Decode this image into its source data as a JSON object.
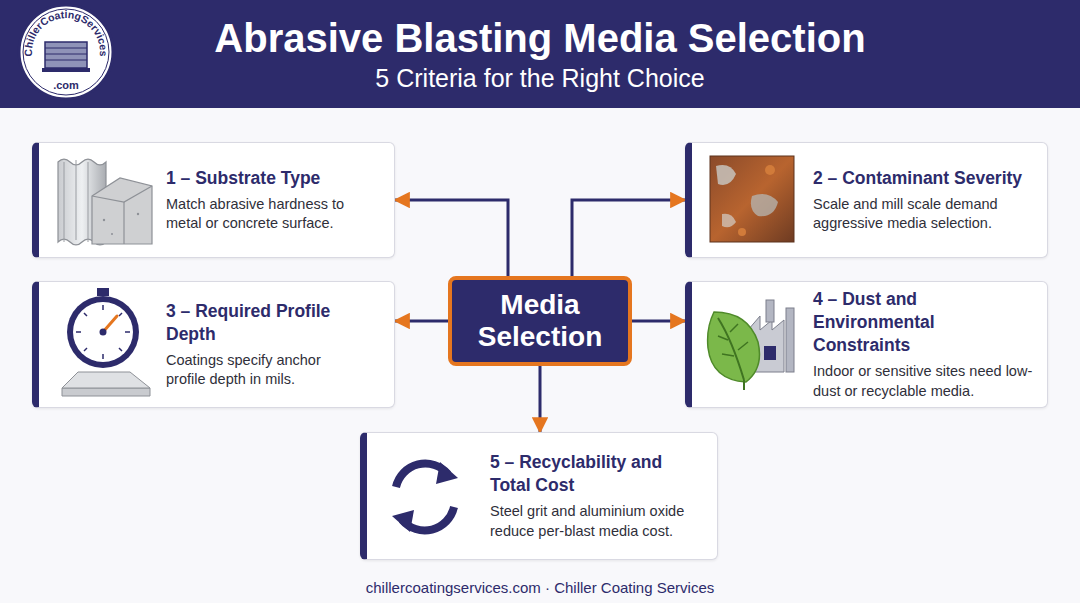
{
  "diagram": {
    "title": "Abrasive Blasting Media Selection",
    "nodes": [
      {
        "text": [
          "1 – Substrate Type",
          "Match abrasive hardness to metal or concrete surface."
        ]
      },
      {
        "text": [
          "2 – Contaminant Severity",
          "Scale and mill scale demand aggressive media selection."
        ]
      },
      {
        "text": [
          "3 – Required Profile Depth",
          "Coatings specify anchor profile depth in mils."
        ]
      },
      {
        "text": [
          "Media Selection"
        ]
      },
      {
        "text": [
          "4 – Dust and Environmental Constraints",
          "Indoor or sensitive sites need low-dust or recyclable media."
        ]
      },
      {
        "text": [
          "5 – Recyclability and Total Cost",
          "Steel grit and aluminium oxide reduce per-blast media cost."
        ]
      }
    ],
    "edges": [
      {
        "from": 3,
        "to": 0,
        "arrow": "to"
      },
      {
        "from": 3,
        "to": 1,
        "arrow": "to"
      },
      {
        "from": 3,
        "to": 2,
        "arrow": "to"
      },
      {
        "from": 3,
        "to": 4,
        "arrow": "to"
      },
      {
        "from": 3,
        "to": 5,
        "arrow": "to"
      }
    ],
    "labels": [
      "5 Criteria for the Right Choice",
      "ChillerCoatingServices",
      ".com",
      "chillercoatingservices.com · Chiller Coating Services"
    ]
  }
}
